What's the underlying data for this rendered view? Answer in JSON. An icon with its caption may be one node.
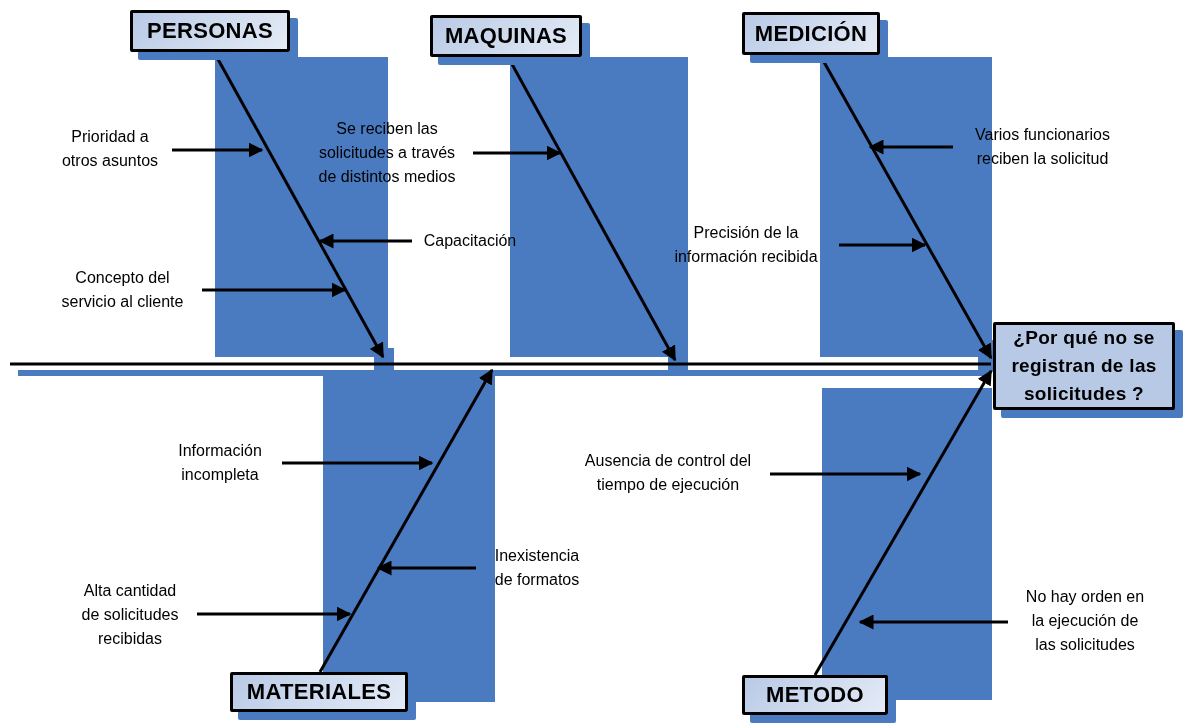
{
  "diagram": {
    "nodes": [
      {
        "text": [
          "PERSONAS"
        ]
      },
      {
        "text": [
          "MAQUINAS"
        ]
      },
      {
        "text": [
          "MEDICIÓN"
        ]
      },
      {
        "text": [
          "¿Por qué no se registran de las solicitudes ?"
        ]
      },
      {
        "text": [
          "MATERIALES"
        ]
      },
      {
        "text": [
          "METODO"
        ]
      },
      {
        "text": [
          "Prioridad a otros asuntos"
        ]
      },
      {
        "text": [
          "Se reciben las solicitudes a través de distintos medios"
        ]
      },
      {
        "text": [
          "Capacitación"
        ]
      },
      {
        "text": [
          "Concepto del servicio al cliente"
        ]
      },
      {
        "text": [
          "Varios funcionarios reciben la solicitud"
        ]
      },
      {
        "text": [
          "Precisión de la información recibida"
        ]
      },
      {
        "text": [
          "Información incompleta"
        ]
      },
      {
        "text": [
          "Inexistencia de formatos"
        ]
      },
      {
        "text": [
          "Alta cantidad de solicitudes recibidas"
        ]
      },
      {
        "text": [
          "Ausencia de control del tiempo de ejecución"
        ]
      },
      {
        "text": [
          "No hay orden en la ejecución de las solicitudes"
        ]
      }
    ],
    "edges": [
      {
        "from": 0,
        "to": null,
        "arrow": "to"
      },
      {
        "from": 1,
        "to": null,
        "arrow": "to"
      },
      {
        "from": 2,
        "to": 3,
        "arrow": "to"
      },
      {
        "from": 4,
        "to": null,
        "arrow": "to"
      },
      {
        "from": 5,
        "to": 3,
        "arrow": "to"
      },
      {
        "from": null,
        "to": 3,
        "arrow": "none"
      },
      {
        "from": 6,
        "to": null,
        "arrow": "to"
      },
      {
        "from": 7,
        "to": null,
        "arrow": "to"
      },
      {
        "from": 8,
        "to": null,
        "arrow": "to"
      },
      {
        "from": 9,
        "to": null,
        "arrow": "to"
      },
      {
        "from": 10,
        "to": null,
        "arrow": "to"
      },
      {
        "from": 11,
        "to": null,
        "arrow": "to"
      },
      {
        "from": 12,
        "to": null,
        "arrow": "to"
      },
      {
        "from": 13,
        "to": null,
        "arrow": "to"
      },
      {
        "from": 14,
        "to": null,
        "arrow": "to"
      },
      {
        "from": 15,
        "to": null,
        "arrow": "to"
      },
      {
        "from": 16,
        "to": null,
        "arrow": "to"
      }
    ]
  }
}
